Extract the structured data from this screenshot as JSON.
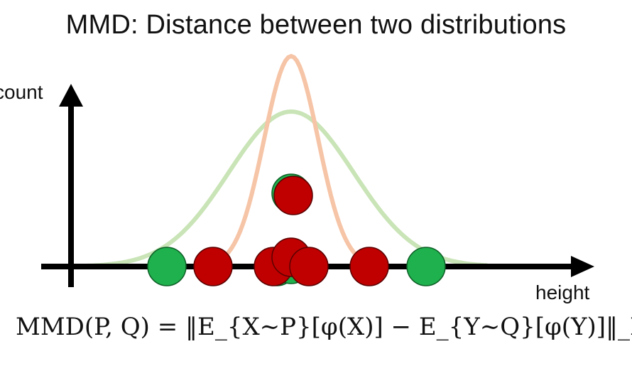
{
  "title": "MMD: Distance between two distributions",
  "y_axis_label": "count",
  "x_axis_label": "height",
  "formula_text": "MMD(P, Q) = ‖E_{X∼P}[φ(X)] − E_{Y∼Q}[φ(Y)]‖_H",
  "colors": {
    "green_points": "#1fb14d",
    "red_points": "#c00000",
    "orange_curve": "#f6c4a6",
    "green_curve": "#c9e4b6",
    "axis": "#000000"
  },
  "series": [
    {
      "color_key": "green_points",
      "curve_key": "green_curve",
      "heights": [
        -1.75,
        -0.2,
        0,
        0,
        1.9
      ]
    },
    {
      "color_key": "red_points",
      "curve_key": "orange_curve",
      "heights": [
        -1.1,
        -0.25,
        0,
        0,
        0.25,
        1.1
      ]
    }
  ]
}
